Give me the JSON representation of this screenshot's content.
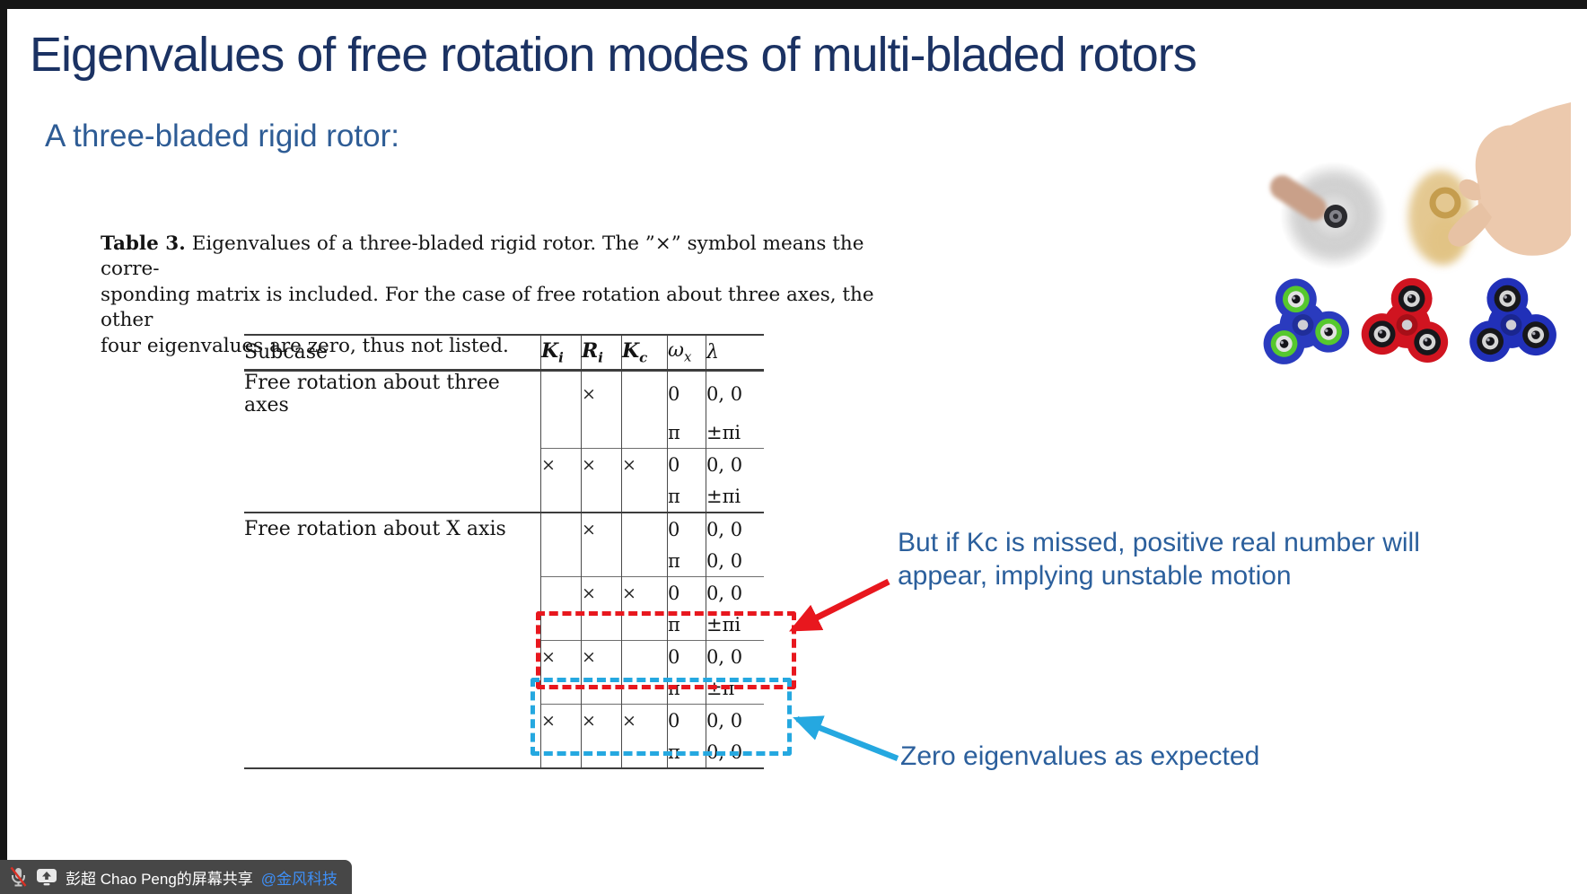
{
  "slide": {
    "title": "Eigenvalues of free rotation modes of multi-bladed rotors",
    "subtitle": "A three-bladed rigid rotor:"
  },
  "caption": {
    "label": "Table 3.",
    "line1": "Eigenvalues of a three-bladed rigid rotor. The ”×” symbol means the corre-",
    "line2": "sponding matrix is included. For the case of free rotation about three axes, the other",
    "line3": "four eigenvalues are zero, thus not listed."
  },
  "table": {
    "columns": [
      {
        "label": "Subcase",
        "sub": "",
        "style": "plain"
      },
      {
        "label": "K",
        "sub": "i",
        "style": "bold-italic"
      },
      {
        "label": "R",
        "sub": "i",
        "style": "bold-italic"
      },
      {
        "label": "K",
        "sub": "c",
        "style": "bold-italic"
      },
      {
        "label": "ω",
        "sub": "x",
        "style": "italic"
      },
      {
        "label": "λ",
        "sub": "",
        "style": "italic"
      }
    ],
    "rows": [
      {
        "subcase": "Free rotation about three axes",
        "ki": "",
        "ri": "×",
        "kc": "",
        "wx": "0",
        "lam": "0, 0",
        "sep": "thick"
      },
      {
        "subcase": "",
        "ki": "",
        "ri": "",
        "kc": "",
        "wx": "π",
        "lam": "±πi",
        "sep": "none"
      },
      {
        "subcase": "",
        "ki": "×",
        "ri": "×",
        "kc": "×",
        "wx": "0",
        "lam": "0, 0",
        "sep": "partial"
      },
      {
        "subcase": "",
        "ki": "",
        "ri": "",
        "kc": "",
        "wx": "π",
        "lam": "±πi",
        "sep": "none"
      },
      {
        "subcase": "Free rotation about X axis",
        "ki": "",
        "ri": "×",
        "kc": "",
        "wx": "0",
        "lam": "0, 0",
        "sep": "full"
      },
      {
        "subcase": "",
        "ki": "",
        "ri": "",
        "kc": "",
        "wx": "π",
        "lam": "0, 0",
        "sep": "none"
      },
      {
        "subcase": "",
        "ki": "",
        "ri": "×",
        "kc": "×",
        "wx": "0",
        "lam": "0, 0",
        "sep": "partial"
      },
      {
        "subcase": "",
        "ki": "",
        "ri": "",
        "kc": "",
        "wx": "π",
        "lam": "±πi",
        "sep": "none"
      },
      {
        "subcase": "",
        "ki": "×",
        "ri": "×",
        "kc": "",
        "wx": "0",
        "lam": "0, 0",
        "sep": "partial"
      },
      {
        "subcase": "",
        "ki": "",
        "ri": "",
        "kc": "",
        "wx": "π",
        "lam": "±π",
        "sep": "none"
      },
      {
        "subcase": "",
        "ki": "×",
        "ri": "×",
        "kc": "×",
        "wx": "0",
        "lam": "0, 0",
        "sep": "partial"
      },
      {
        "subcase": "",
        "ki": "",
        "ri": "",
        "kc": "",
        "wx": "π",
        "lam": "0, 0",
        "sep": "none"
      }
    ]
  },
  "annotations": {
    "unstable": {
      "line1": "But if Kc is missed, positive real number will",
      "line2": "appear, implying unstable motion"
    },
    "zero": {
      "text": "Zero eigenvalues as expected"
    }
  },
  "share_bar": {
    "text": "彭超 Chao Peng的屏幕共享",
    "mention": "@金风科技",
    "icons": {
      "mic": "mic-muted-icon",
      "share": "screen-share-icon"
    }
  },
  "colors": {
    "title_navy": "#1B3263",
    "subtitle_blue": "#2E5C95",
    "annotation_blue": "#2B5F9C",
    "highlight_red": "#E8171E",
    "highlight_cyan": "#25A8E0",
    "share_bar_bg": "#474747",
    "mention_blue": "#3E8FF7"
  },
  "spinners": [
    {
      "body": "#2A3BBE",
      "hub_outer": "#202E9A",
      "hub_inner": "#cfcfd4",
      "ring": "#56C82E",
      "inner": "#E2E2E2"
    },
    {
      "body": "#D01420",
      "hub_outer": "#A60F18",
      "hub_inner": "#cfcfd4",
      "ring": "#17171b",
      "inner": "#D5D5D5"
    },
    {
      "body": "#2130B8",
      "hub_outer": "#1A268F",
      "hub_inner": "#cfcfd4",
      "ring": "#17171b",
      "inner": "#D5D5D5"
    }
  ]
}
